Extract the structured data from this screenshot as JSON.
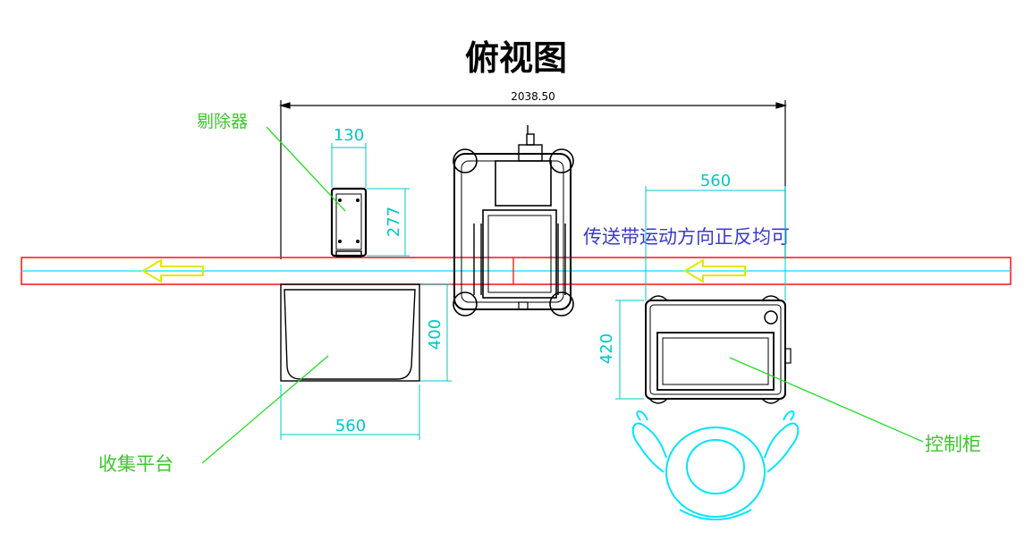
{
  "title": "俯视图",
  "dimensions": {
    "overall_width": "2038.50",
    "rejector_width": "130",
    "rejector_depth": "277",
    "cabinet_width": "560",
    "collector_width": "560",
    "collector_depth": "400",
    "cabinet_depth": "420"
  },
  "labels": {
    "rejector": "剔除器",
    "collection_platform": "收集平台",
    "control_cabinet": "控制柜",
    "conveyor_note": "传送带运动方向正反均可"
  },
  "colors": {
    "drawing": "#000000",
    "dimension": "#00c8c8",
    "label": "#3ec62e",
    "leader": "#22dd22",
    "conveyor": "#ff2020",
    "conveyor_center": "#00e0ff",
    "arrow": "#ffff00",
    "note": "#3a3acc",
    "operator": "#00e5ff"
  }
}
